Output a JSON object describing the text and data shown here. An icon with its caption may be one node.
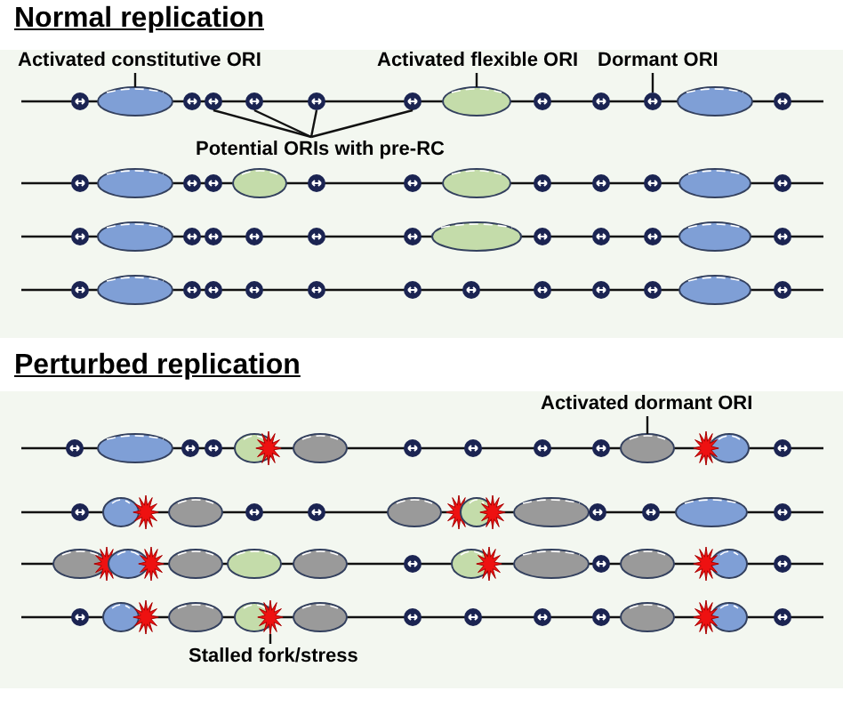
{
  "diagram": {
    "nodes": [
      {
        "text": [
          "Normal replication"
        ]
      },
      {
        "text": [
          "Perturbed replication"
        ]
      },
      {
        "text": [
          "Activated constitutive ORI"
        ],
        "in": 0
      },
      {
        "text": [],
        "shape": "ellipse",
        "in": 0
      },
      {
        "text": [
          "Activated flexible ORI"
        ],
        "in": 0
      },
      {
        "text": [],
        "shape": "ellipse",
        "in": 0
      },
      {
        "text": [
          "Dormant ORI"
        ],
        "in": 0
      },
      {
        "text": [
          "Potential ORIs with pre-RC"
        ],
        "in": 0
      },
      {
        "text": [],
        "shape": "circle",
        "in": 0
      },
      {
        "text": [],
        "shape": "circle",
        "in": 0
      },
      {
        "text": [],
        "shape": "circle",
        "in": 0
      },
      {
        "text": [],
        "shape": "circle",
        "in": 0
      },
      {
        "text": [],
        "shape": "circle",
        "in": 0
      },
      {
        "text": [
          "Activated dormant ORI"
        ],
        "in": 1
      },
      {
        "text": [],
        "shape": "ellipse",
        "in": 1
      },
      {
        "text": [
          "Stalled fork/stress"
        ],
        "in": 1
      },
      {
        "text": [],
        "shape": "star",
        "in": 1
      }
    ],
    "edges": [
      {
        "from": 2,
        "to": 3,
        "arrow": "none"
      },
      {
        "from": 4,
        "to": 5,
        "arrow": "none"
      },
      {
        "from": 6,
        "to": 12,
        "arrow": "none"
      },
      {
        "from": 7,
        "to": 8,
        "arrow": "none"
      },
      {
        "from": 7,
        "to": 9,
        "arrow": "none"
      },
      {
        "from": 7,
        "to": 10,
        "arrow": "none"
      },
      {
        "from": 7,
        "to": 11,
        "arrow": "none"
      },
      {
        "from": 13,
        "to": 14,
        "arrow": "none"
      },
      {
        "from": 15,
        "to": 16,
        "arrow": "none"
      }
    ]
  }
}
